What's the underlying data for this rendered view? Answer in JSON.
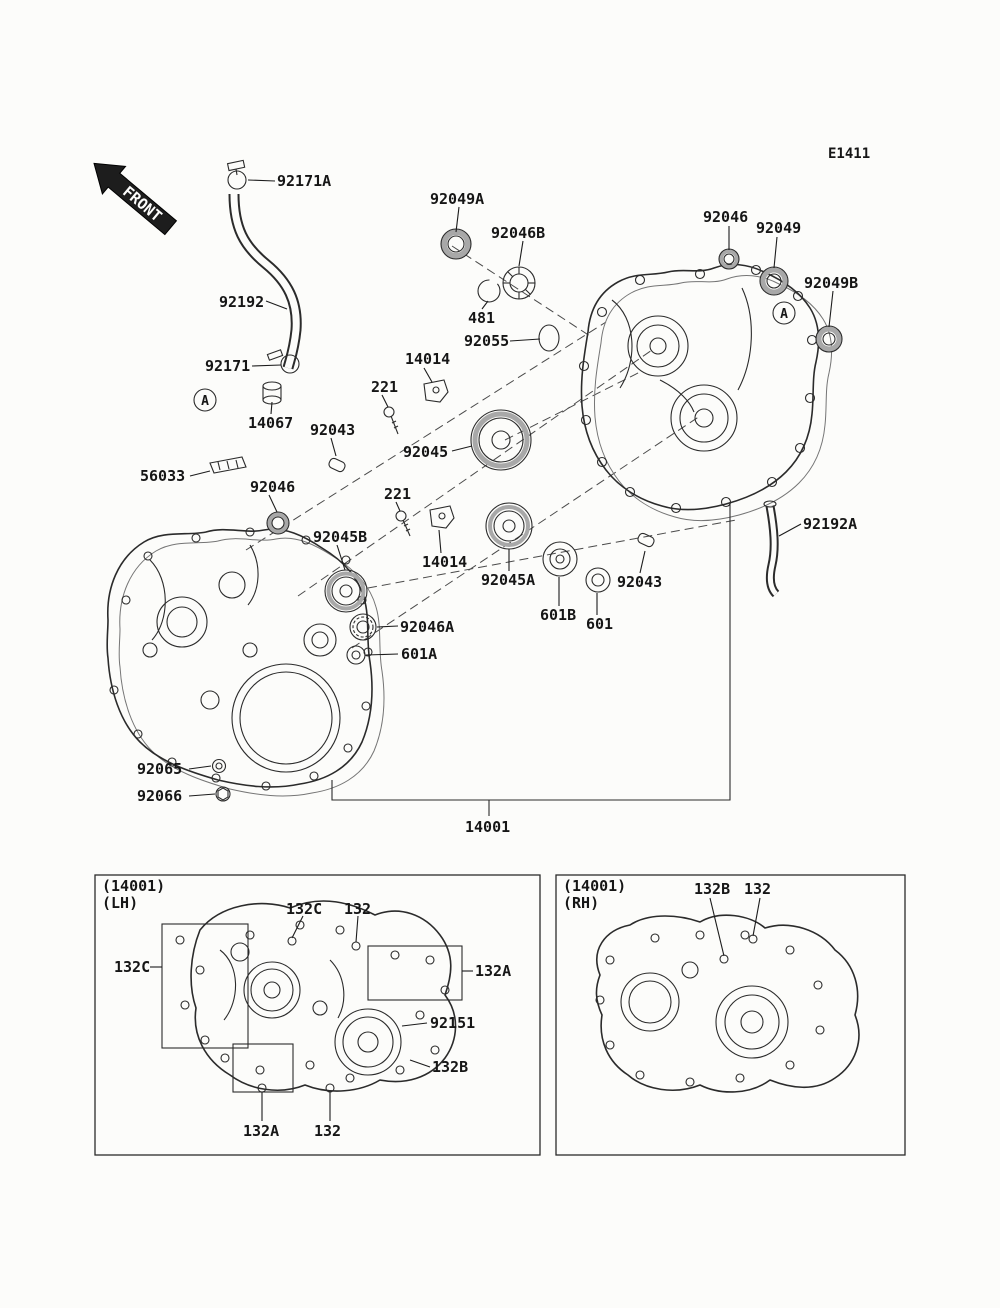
{
  "page": {
    "drawing_code": "E1411",
    "front_stamp": "FRONT",
    "background": "#fcfcfa",
    "line_color": "#2b2b2b"
  },
  "main": {
    "assembly_label": "14001",
    "ref_marker": "A",
    "labels": {
      "92171A": "92171A",
      "92049A": "92049A",
      "92046B": "92046B",
      "92046_top": "92046",
      "92049": "92049",
      "92049B": "92049B",
      "92192": "92192",
      "481": "481",
      "92055": "92055",
      "92171": "92171",
      "14014_a": "14014",
      "221_a": "221",
      "14067": "14067",
      "92043_a": "92043",
      "92045": "92045",
      "56033": "56033",
      "92046_mid": "92046",
      "221_b": "221",
      "92045B": "92045B",
      "14014_b": "14014",
      "92192A": "92192A",
      "92045A": "92045A",
      "92043_b": "92043",
      "601B": "601B",
      "601": "601",
      "92046A": "92046A",
      "601A": "601A",
      "92065": "92065",
      "92066": "92066"
    }
  },
  "lh_panel": {
    "title": "(14001)",
    "subtitle": "(LH)",
    "labels": {
      "132C_top": "132C",
      "132_top": "132",
      "132C_left": "132C",
      "132A_right": "132A",
      "92151": "92151",
      "132B": "132B",
      "132A_bottom": "132A",
      "132_bottom": "132"
    }
  },
  "rh_panel": {
    "title": "(14001)",
    "subtitle": "(RH)",
    "labels": {
      "132B": "132B",
      "132": "132"
    }
  }
}
